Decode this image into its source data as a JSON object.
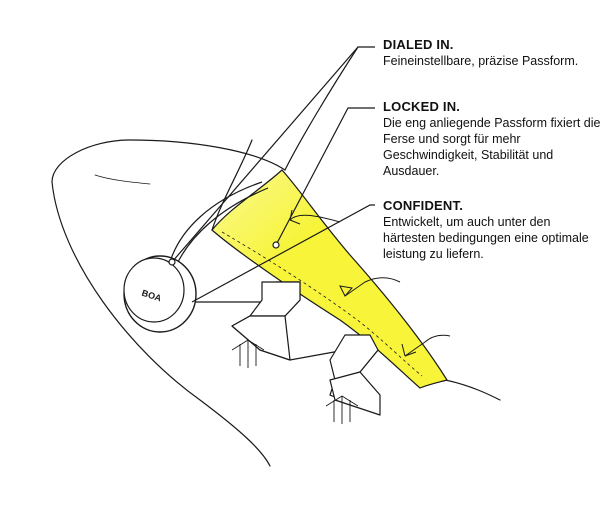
{
  "colors": {
    "accent": "#f7f43a",
    "line": "#1a1a1a",
    "background": "#ffffff"
  },
  "dial": {
    "logo": "BOA"
  },
  "callouts": [
    {
      "title": "DIALED IN.",
      "text": "Feineinstellbare, präzise Passform."
    },
    {
      "title": "LOCKED IN.",
      "text": "Die eng anliegende Passform fixiert die Ferse und sorgt für mehr Geschwindigkeit, Stabilität und Ausdauer."
    },
    {
      "title": "CONFIDENT.",
      "text": "Entwickelt, um auch unter den härtesten bedingungen eine optimale leistung zu liefern."
    }
  ]
}
